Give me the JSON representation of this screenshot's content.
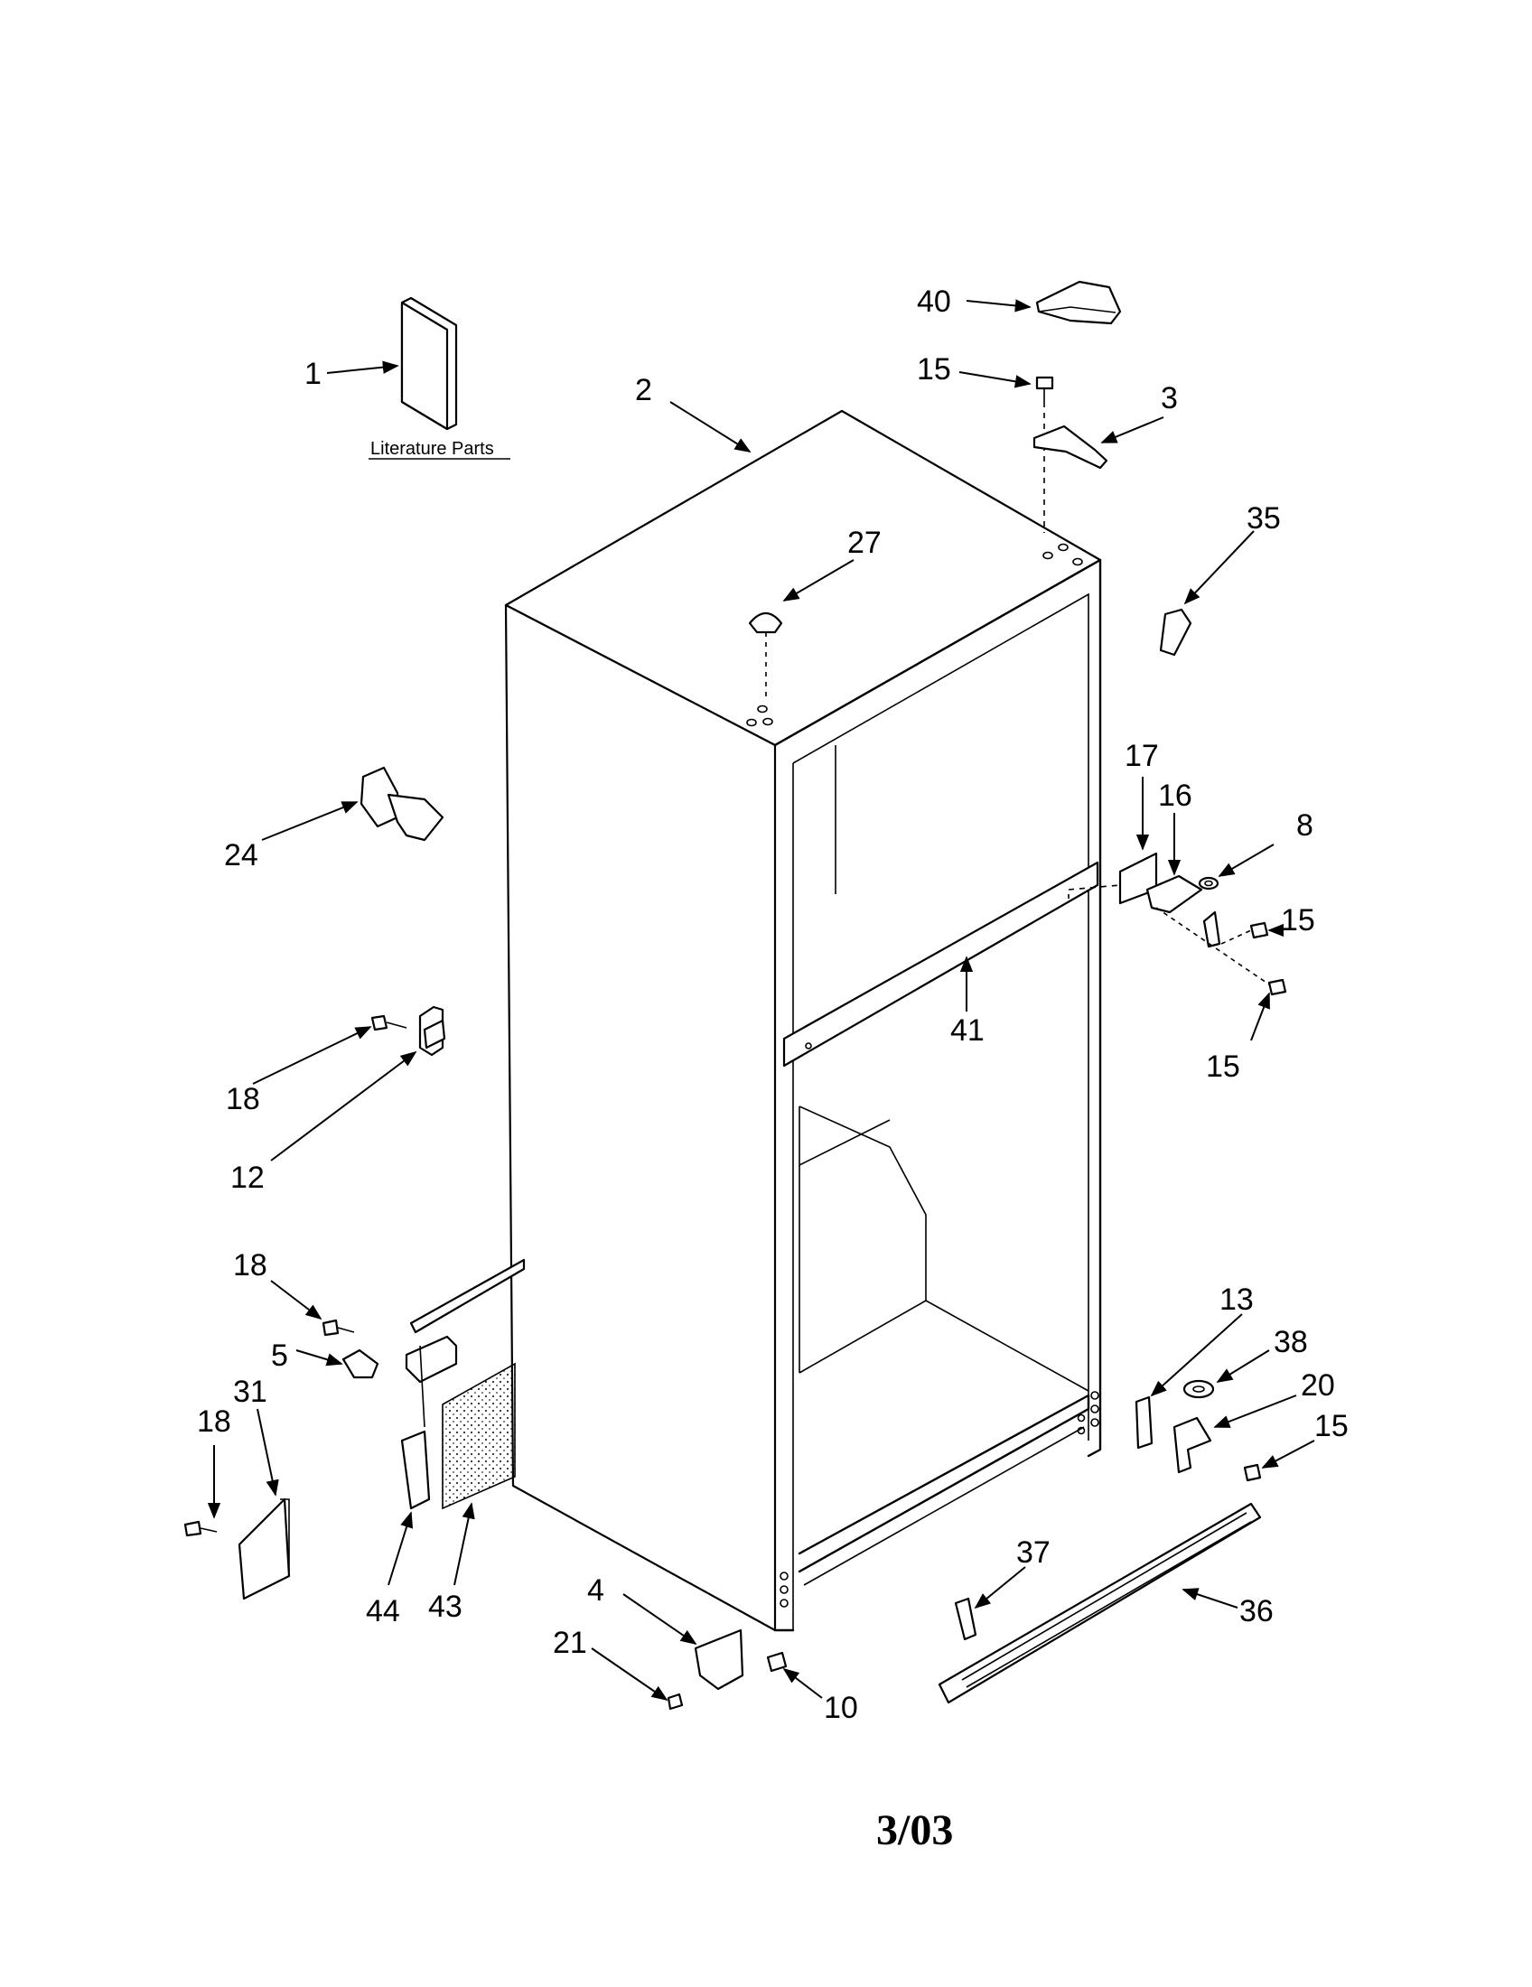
{
  "diagram": {
    "literature_label": "Literature Parts",
    "footer_date": "3/03",
    "callouts": {
      "c1": "1",
      "c2": "2",
      "c3": "3",
      "c4": "4",
      "c5": "5",
      "c8": "8",
      "c10": "10",
      "c12": "12",
      "c13": "13",
      "c15a": "15",
      "c15b": "15",
      "c15c": "15",
      "c15d": "15",
      "c16": "16",
      "c17": "17",
      "c18a": "18",
      "c18b": "18",
      "c18c": "18",
      "c20": "20",
      "c21": "21",
      "c24": "24",
      "c27": "27",
      "c31": "31",
      "c35": "35",
      "c36": "36",
      "c37": "37",
      "c38": "38",
      "c40": "40",
      "c41": "41",
      "c43": "43",
      "c44": "44"
    }
  }
}
